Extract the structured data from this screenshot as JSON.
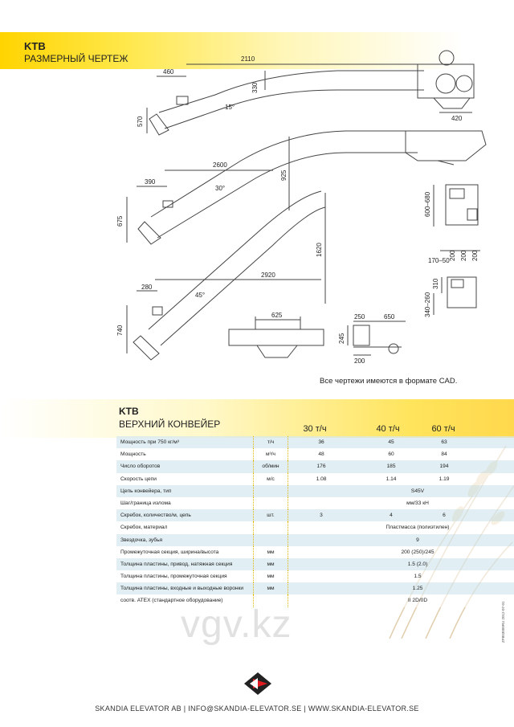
{
  "header": {
    "title": "KTB",
    "subtitle": "РАЗМЕРНЫЙ ЧЕРТЕЖ"
  },
  "dimensions": {
    "top": {
      "length": "2110",
      "left": "460",
      "height": "570",
      "rise": "330",
      "angle": "15°",
      "drive": "420"
    },
    "middle": {
      "length": "2600",
      "left": "390",
      "height": "675",
      "rise": "925",
      "angle": "30°"
    },
    "bottom": {
      "length": "2920",
      "left": "280",
      "height": "740",
      "rise": "1620",
      "angle": "45°"
    },
    "side_view": {
      "width": "625"
    },
    "end_view": {
      "w1": "250",
      "w2": "650",
      "h": "245",
      "base": "200"
    },
    "drive_views": {
      "h1": "600–680",
      "w1": "170–50",
      "c1": "200",
      "c2": "200",
      "c3": "200",
      "h2": "310",
      "h3": "340–260"
    }
  },
  "cad_note": "Все чертежи имеются в формате CAD.",
  "table": {
    "title": "KTB",
    "subtitle": "ВЕРХНИЙ КОНВЕЙЕР",
    "capacities": [
      "30 т/ч",
      "40 т/ч",
      "60 т/ч"
    ],
    "rows": [
      {
        "label": "Мощность при 750 кг/м³",
        "unit": "т/ч",
        "values": [
          "36",
          "45",
          "63"
        ]
      },
      {
        "label": "Мощность",
        "unit": "м³/ч",
        "values": [
          "48",
          "60",
          "84"
        ]
      },
      {
        "label": "Число оборотов",
        "unit": "об/мин",
        "values": [
          "176",
          "185",
          "194"
        ]
      },
      {
        "label": "Скорость цепи",
        "unit": "м/с",
        "values": [
          "1.08",
          "1.14",
          "1.19"
        ]
      },
      {
        "label": "Цепь конвейера, тип",
        "unit": "",
        "span": "S45V"
      },
      {
        "label": "Шаг/граница излома",
        "unit": "",
        "span": "мм/33 кН"
      },
      {
        "label": "Скребок, количество/м, цепь",
        "unit": "шт.",
        "values": [
          "3",
          "4",
          "6"
        ]
      },
      {
        "label": "Скребок, материал",
        "unit": "",
        "span": "Пластмасса (полиэтилен)"
      },
      {
        "label": "Звездочка, зубья",
        "unit": "",
        "span": "9"
      },
      {
        "label": "Промежуточная секция, ширина/высота",
        "unit": "мм",
        "span": "200 (250)/245"
      },
      {
        "label": "Толщина пластины, привод, натяжная секция",
        "unit": "мм",
        "span": "1.5 (2.0)"
      },
      {
        "label": "Толщина пластины, промежуточная секция",
        "unit": "мм",
        "span": "1.5"
      },
      {
        "label": "Толщина пластины, входные и выходные воронки",
        "unit": "мм",
        "span": "1.25"
      },
      {
        "label": "соотв. ATEX (стандартное оборудование)",
        "unit": "",
        "span": "II 2D/0D"
      }
    ]
  },
  "watermark": "vgv.kz",
  "footer": "SKANDIA ELEVATOR AB  |  INFO@SKANDIA-ELEVATOR.SE  |  WWW.SKANDIA-ELEVATOR.SE",
  "doc_id": "ZP803009RU  2012-07-01"
}
